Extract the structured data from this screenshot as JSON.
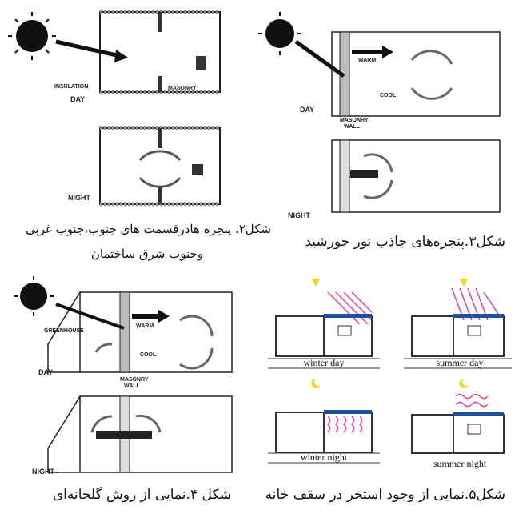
{
  "figures": [
    {
      "id": "fig2",
      "caption_line1": "شکل۲. پنجره هادرقسمت های جنوب،جنوب غربی",
      "caption_line2": "وجنوب شرق ساختمان",
      "labels": {
        "insulation": "INSULATION",
        "day": "DAY",
        "masonry": "MASONRY",
        "night": "NIGHT"
      }
    },
    {
      "id": "fig3",
      "caption": "شکل۳.پنجره‌های جاذب نور خورشید",
      "labels": {
        "warm": "WARM",
        "cool": "COOL",
        "day": "DAY",
        "masonry_wall_1": "MASONRY",
        "masonry_wall_2": "WALL",
        "night": "NIGHT"
      }
    },
    {
      "id": "fig4",
      "caption": "شکل ۴.نمایی از روش گلخانه‌ای",
      "labels": {
        "greenhouse": "GREENHOUSE",
        "warm": "WARM",
        "cool": "COOL",
        "day": "DAY",
        "masonry_wall_1": "MASONRY",
        "masonry_wall_2": "WALL",
        "night": "NIGHT"
      }
    },
    {
      "id": "fig5",
      "caption": "شکل۵.نمایی از وجود استخر در سقف خانه",
      "labels": {
        "winter_day": "winter day",
        "summer_day": "summer day",
        "winter_night": "winter night",
        "summer_night": "summer night"
      }
    }
  ],
  "colors": {
    "pool": "#1f4fa0",
    "heat": "#e040a0",
    "sun_small": "#f2d21a"
  }
}
